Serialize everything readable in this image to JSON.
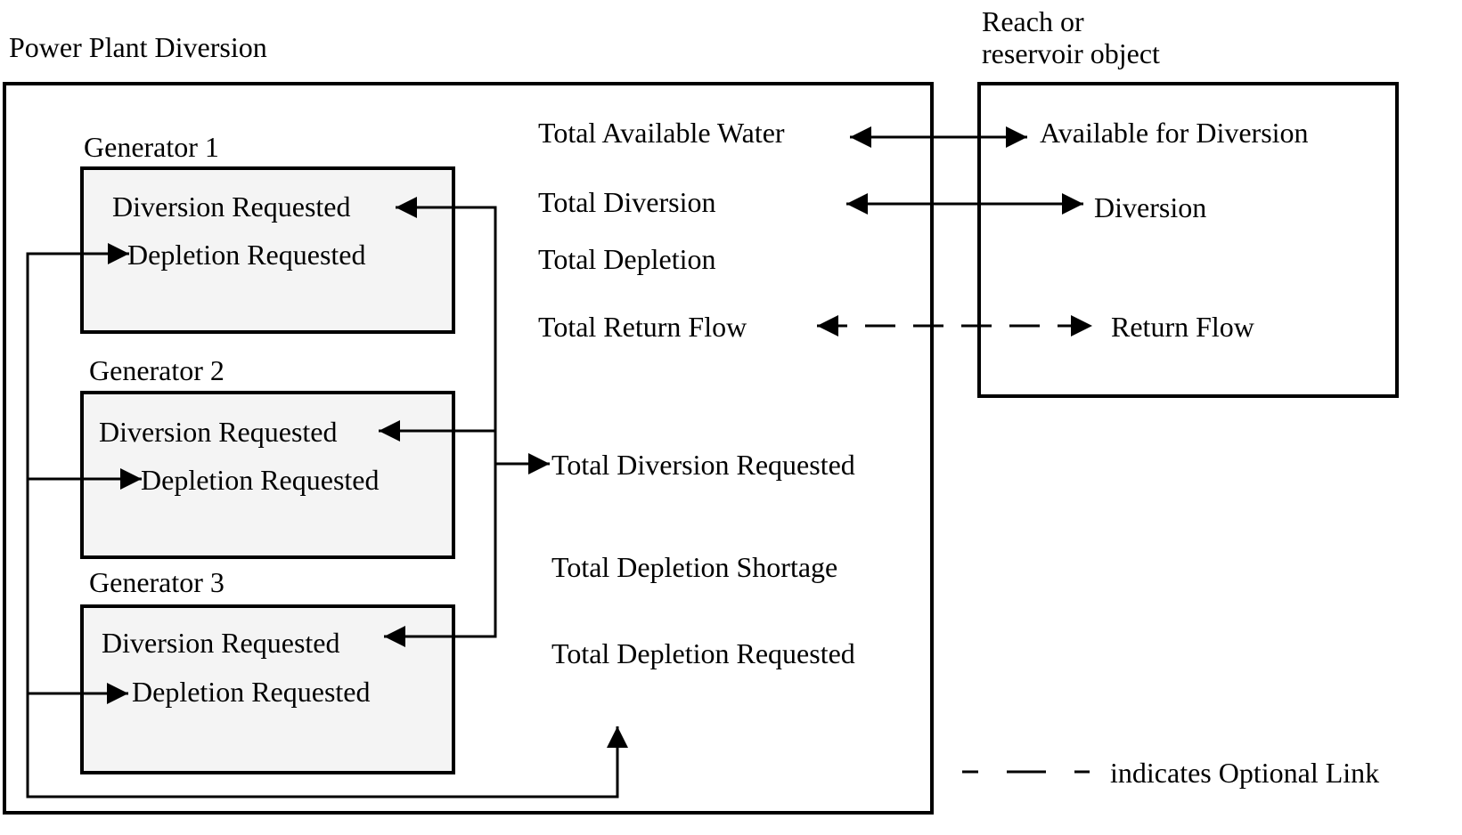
{
  "plant": {
    "title": "Power Plant Diversion",
    "generators": [
      {
        "name": "Generator 1",
        "diversion_label": "Diversion Requested",
        "depletion_label": "Depletion Requested"
      },
      {
        "name": "Generator 2",
        "diversion_label": "Diversion Requested",
        "depletion_label": "Depletion Requested"
      },
      {
        "name": "Generator 3",
        "diversion_label": "Diversion Requested",
        "depletion_label": "Depletion Requested"
      }
    ],
    "slots": {
      "total_available_water": "Total Available Water",
      "total_diversion": "Total Diversion",
      "total_depletion": "Total Depletion",
      "total_return_flow": "Total Return Flow",
      "total_diversion_requested": "Total Diversion Requested",
      "total_depletion_shortage": "Total Depletion Shortage",
      "total_depletion_requested": "Total Depletion Requested"
    }
  },
  "reach": {
    "title_line1": "Reach or",
    "title_line2": "reservoir object",
    "slots": {
      "available_for_diversion": "Available for Diversion",
      "diversion": "Diversion",
      "return_flow": "Return Flow"
    }
  },
  "legend": {
    "optional_link": "indicates Optional Link"
  },
  "colors": {
    "line": "#000000",
    "generator_fill": "#f4f4f4",
    "background": "#ffffff"
  }
}
